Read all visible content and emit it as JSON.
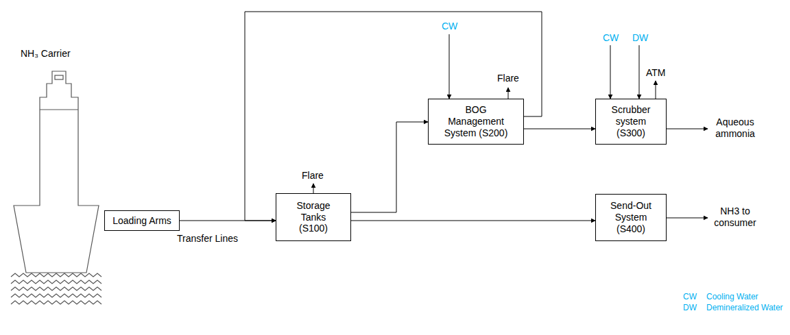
{
  "diagram": {
    "nodes": [
      {
        "text": [
          "Loading Arms"
        ]
      },
      {
        "text": [
          "Storage Tanks (S100)"
        ]
      },
      {
        "text": [
          "BOG Management System (S200)"
        ]
      },
      {
        "text": [
          "Scrubber system (S300)"
        ]
      },
      {
        "text": [
          "Send-Out System (S400)"
        ]
      }
    ],
    "edges": [
      {
        "from": 0,
        "to": 1,
        "label": "Transfer Lines",
        "arrow": "to"
      },
      {
        "from": 1,
        "to": 2,
        "arrow": "to"
      },
      {
        "from": 2,
        "to": 1,
        "arrow": "to"
      },
      {
        "from": 2,
        "to": 3,
        "arrow": "to"
      },
      {
        "from": 1,
        "to": 4,
        "arrow": "to"
      }
    ],
    "labels": [
      "NH₃ Carrier",
      "Flare",
      "CW",
      "Flare",
      "CW",
      "DW",
      "ATM",
      "Aqueous ammonia",
      "NH3 to consumer",
      "CW",
      "Cooling Water",
      "DW",
      "Demineralized Water"
    ]
  }
}
